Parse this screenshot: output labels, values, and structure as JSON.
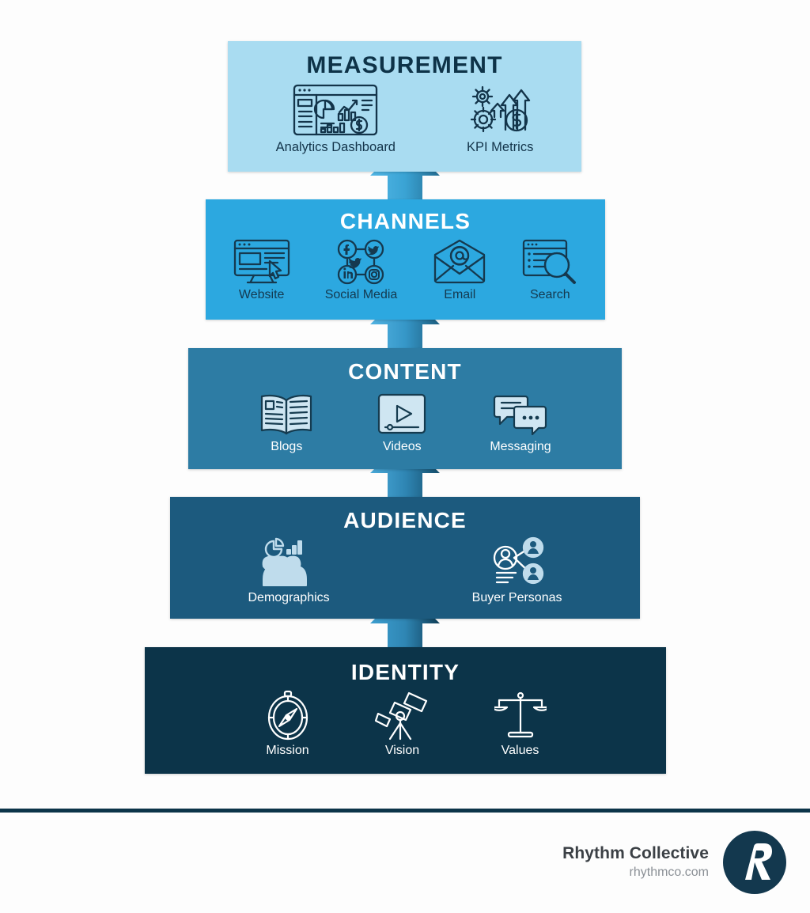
{
  "background_color": "#fdfdfd",
  "divider_color": "#0c3449",
  "pyramid": {
    "tiers": [
      {
        "key": "measurement",
        "title": "MEASUREMENT",
        "band_color": "#a9dcf1",
        "title_color": "#0e3348",
        "label_color": "#13344a",
        "items": [
          {
            "label": "Analytics Dashboard",
            "icon": "analytics-dashboard-icon"
          },
          {
            "label": "KPI Metrics",
            "icon": "kpi-metrics-icon"
          }
        ]
      },
      {
        "key": "channels",
        "title": "CHANNELS",
        "band_color": "#2ca8e0",
        "title_color": "#ffffff",
        "label_color": "#14394f",
        "items": [
          {
            "label": "Website",
            "icon": "website-monitor-icon"
          },
          {
            "label": "Social Media",
            "icon": "social-media-network-icon"
          },
          {
            "label": "Email",
            "icon": "email-envelope-icon"
          },
          {
            "label": "Search",
            "icon": "search-magnifier-icon"
          }
        ]
      },
      {
        "key": "content",
        "title": "CONTENT",
        "band_color": "#2d7ca4",
        "title_color": "#ffffff",
        "label_color": "#ffffff",
        "items": [
          {
            "label": "Blogs",
            "icon": "open-book-icon"
          },
          {
            "label": "Videos",
            "icon": "video-player-icon"
          },
          {
            "label": "Messaging",
            "icon": "chat-bubbles-icon"
          }
        ]
      },
      {
        "key": "audience",
        "title": "AUDIENCE",
        "band_color": "#1c5a7e",
        "title_color": "#ffffff",
        "label_color": "#ffffff",
        "items": [
          {
            "label": "Demographics",
            "icon": "demographics-people-chart-icon"
          },
          {
            "label": "Buyer Personas",
            "icon": "buyer-personas-network-icon"
          }
        ]
      },
      {
        "key": "identity",
        "title": "IDENTITY",
        "band_color": "#0c3449",
        "title_color": "#ffffff",
        "label_color": "#ffffff",
        "items": [
          {
            "label": "Mission",
            "icon": "compass-icon"
          },
          {
            "label": "Vision",
            "icon": "telescope-icon"
          },
          {
            "label": "Values",
            "icon": "balance-scales-icon"
          }
        ]
      }
    ],
    "arrows": {
      "count": 4,
      "direction": "up",
      "icon": "up-arrow-connector-icon",
      "gradient_light": "#3fa9dd",
      "gradient_dark": "#16506f"
    }
  },
  "footer": {
    "brand_name": "Rhythm Collective",
    "brand_url": "rhythmco.com",
    "logo_letter": "R",
    "logo_color": "#13384e",
    "brand_name_color": "#3b4045",
    "brand_url_color": "#8b9096"
  }
}
